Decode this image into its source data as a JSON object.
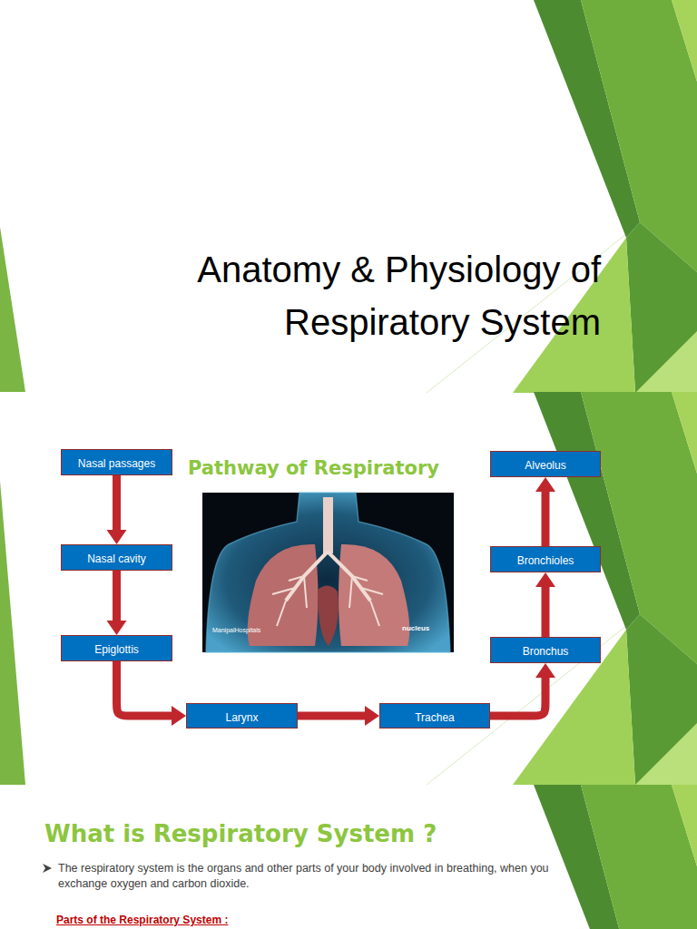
{
  "diagram": {
    "title": "Anatomy & Physiology of Respiratory System",
    "nodes": [
      {
        "text": [
          "Nasal passages"
        ]
      },
      {
        "text": [
          "Nasal cavity"
        ]
      },
      {
        "text": [
          "Epiglottis"
        ]
      },
      {
        "text": [
          "Larynx"
        ]
      },
      {
        "text": [
          "Trachea"
        ]
      },
      {
        "text": [
          "Bronchus"
        ]
      },
      {
        "text": [
          "Bronchioles"
        ]
      },
      {
        "text": [
          "Alveolus"
        ]
      }
    ],
    "edges": [
      {
        "from": 0,
        "to": 1,
        "arrow": "to"
      },
      {
        "from": 1,
        "to": 2,
        "arrow": "to"
      },
      {
        "from": 2,
        "to": 3,
        "arrow": "to"
      },
      {
        "from": 3,
        "to": 4,
        "arrow": "to"
      },
      {
        "from": 4,
        "to": 5,
        "arrow": "to"
      },
      {
        "from": 5,
        "to": 6,
        "arrow": "to"
      },
      {
        "from": 6,
        "to": 7,
        "arrow": "to"
      }
    ],
    "labels": [
      "Pathway of Respiratory",
      "ManipalHospitals",
      "nucleus",
      "What is Respiratory System ?",
      "The respiratory system is the organs and other parts of your body involved in breathing, when you exchange oxygen and carbon dioxide.",
      "Parts of the Respiratory System :"
    ]
  }
}
